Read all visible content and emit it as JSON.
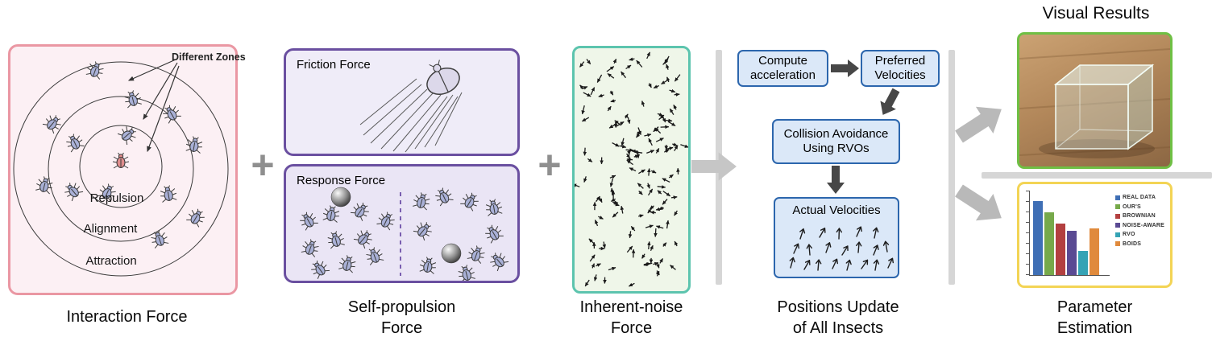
{
  "operators": {
    "plus": "+"
  },
  "interaction": {
    "caption": "Interaction Force",
    "zones_label": "Different Zones",
    "zone_repulsion": "Repulsion",
    "zone_alignment": "Alignment",
    "zone_attraction": "Attraction"
  },
  "self_propulsion": {
    "caption_line1": "Self-propulsion",
    "caption_line2": "Force",
    "friction_title": "Friction Force",
    "response_title": "Response Force"
  },
  "noise": {
    "caption_line1": "Inherent-noise",
    "caption_line2": "Force"
  },
  "pipeline": {
    "caption_line1": "Positions Update",
    "caption_line2": "of All Insects",
    "compute_label": "Compute acceleration",
    "preferred_label": "Preferred Velocities",
    "collision_label": "Collision Avoidance Using RVOs",
    "actual_label": "Actual Velocities"
  },
  "visual_results": {
    "title": "Visual Results"
  },
  "parameter_estimation": {
    "caption_line1": "Parameter",
    "caption_line2": "Estimation"
  },
  "colors": {
    "interaction_border": "#ea97a3",
    "self_propulsion_border": "#6a4fa0",
    "noise_border": "#5cc4ae",
    "flow_box_border": "#2c66ad",
    "flow_box_fill": "#dbe8f8",
    "visual_results_border": "#6fbf44",
    "parameter_border": "#f3d455",
    "connector_gray": "#c6c6c6",
    "dark_arrow": "#474747"
  },
  "chart_data": {
    "type": "bar",
    "categories": [
      "REAL DATA",
      "OUR'S",
      "BROWNIAN",
      "NOISE-AWARE",
      "RVO",
      "BOIDS"
    ],
    "series": [
      {
        "name": "REAL DATA",
        "value": 92,
        "color": "#3f6fb5"
      },
      {
        "name": "OUR'S",
        "value": 78,
        "color": "#76a94a"
      },
      {
        "name": "BROWNIAN",
        "value": 64,
        "color": "#b34040"
      },
      {
        "name": "NOISE-AWARE",
        "value": 55,
        "color": "#5a4a93"
      },
      {
        "name": "RVO",
        "value": 30,
        "color": "#35a3b5"
      },
      {
        "name": "BOIDS",
        "value": 58,
        "color": "#e08a3c"
      }
    ],
    "xlabel": "",
    "ylabel": "",
    "ylim": [
      0,
      100
    ],
    "legend_position": "right",
    "grid": false
  }
}
